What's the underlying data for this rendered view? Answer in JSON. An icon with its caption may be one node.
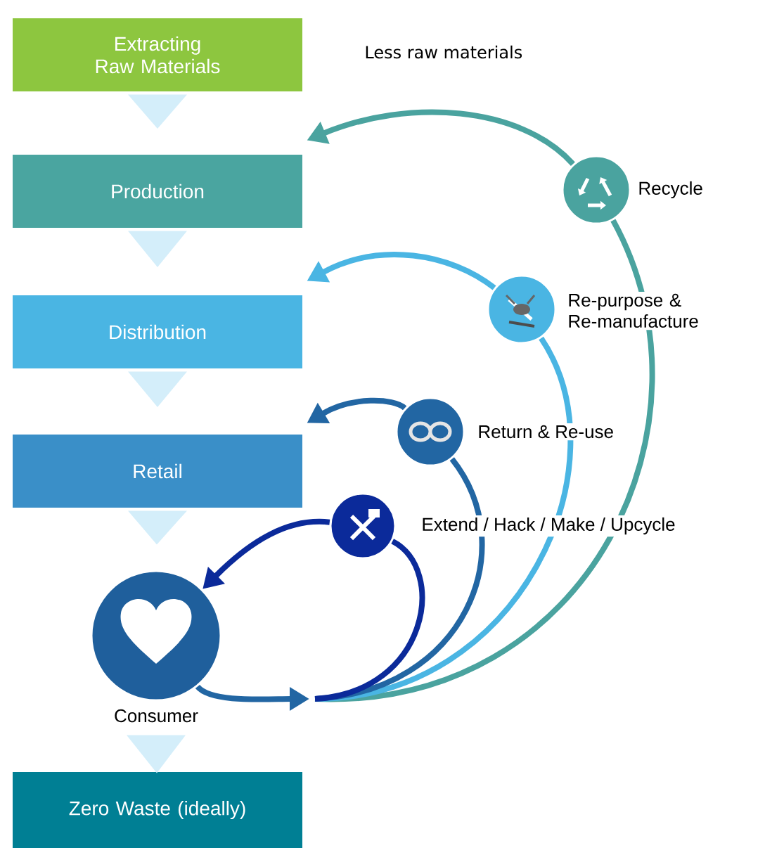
{
  "diagram": {
    "nodes": [
      {
        "text": [
          "Extracting Raw Materials"
        ]
      },
      {
        "text": [
          "Production"
        ]
      },
      {
        "text": [
          "Distribution"
        ]
      },
      {
        "text": [
          "Retail"
        ]
      },
      {
        "text": [],
        "shape": "circle",
        "beside": [
          "Consumer"
        ]
      },
      {
        "text": [
          "Zero Waste (ideally)"
        ]
      },
      {
        "text": [],
        "shape": "circle",
        "beside": [
          "Recycle"
        ]
      },
      {
        "text": [],
        "shape": "circle",
        "beside": [
          "Re-purpose & Re-manufacture"
        ]
      },
      {
        "text": [],
        "shape": "circle",
        "beside": [
          "Return & Re-use"
        ]
      },
      {
        "text": [],
        "shape": "circle",
        "beside": [
          "Extend / Hack / Make / Upcycle"
        ]
      }
    ],
    "edges": [
      {
        "from": 0,
        "to": 1,
        "arrow": "to",
        "color": "#d4eefa"
      },
      {
        "from": 1,
        "to": 2,
        "arrow": "to",
        "color": "#d4eefa"
      },
      {
        "from": 2,
        "to": 3,
        "arrow": "to",
        "color": "#d4eefa"
      },
      {
        "from": 3,
        "to": 4,
        "arrow": "to",
        "color": "#d4eefa"
      },
      {
        "from": 4,
        "to": 5,
        "arrow": "to",
        "color": "#d4eefa"
      },
      {
        "from": 4,
        "to": null,
        "arrow": "to",
        "color": "#2266a3"
      },
      {
        "from": null,
        "to": 6,
        "arrow": "none",
        "color": "#4aa39f"
      },
      {
        "from": 6,
        "to": 1,
        "arrow": "to",
        "color": "#4aa39f"
      },
      {
        "from": null,
        "to": 7,
        "arrow": "none",
        "color": "#4ab5e3"
      },
      {
        "from": 7,
        "to": 2,
        "arrow": "to",
        "color": "#4ab5e3"
      },
      {
        "from": null,
        "to": 8,
        "arrow": "none",
        "color": "#2266a3"
      },
      {
        "from": 8,
        "to": 3,
        "arrow": "to",
        "color": "#2266a3"
      },
      {
        "from": null,
        "to": 9,
        "arrow": "none",
        "color": "#0b2a9a"
      },
      {
        "from": 9,
        "to": 4,
        "arrow": "to",
        "color": "#0b2a9a"
      }
    ],
    "labels": [
      "Less raw materials"
    ]
  }
}
